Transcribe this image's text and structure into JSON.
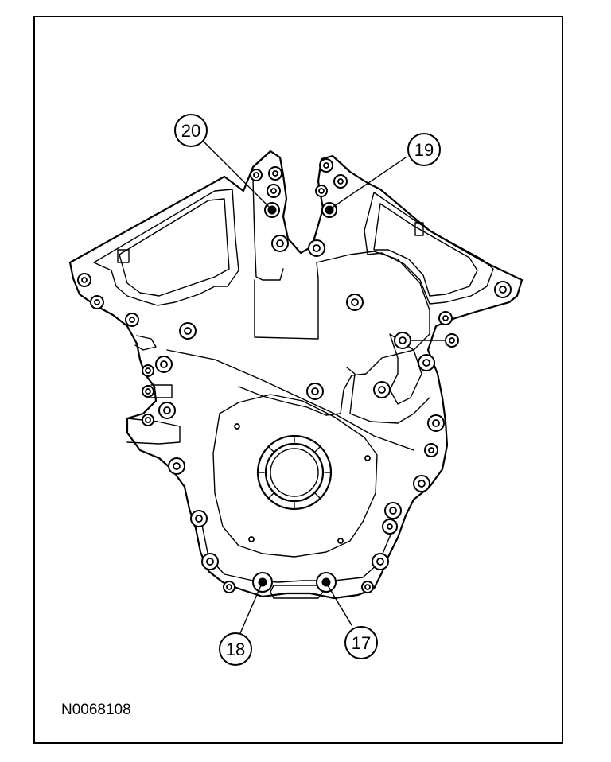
{
  "figure": {
    "id_label": "N0068108"
  },
  "callouts": [
    {
      "label": "20"
    },
    {
      "label": "19"
    },
    {
      "label": "18"
    },
    {
      "label": "17"
    }
  ]
}
